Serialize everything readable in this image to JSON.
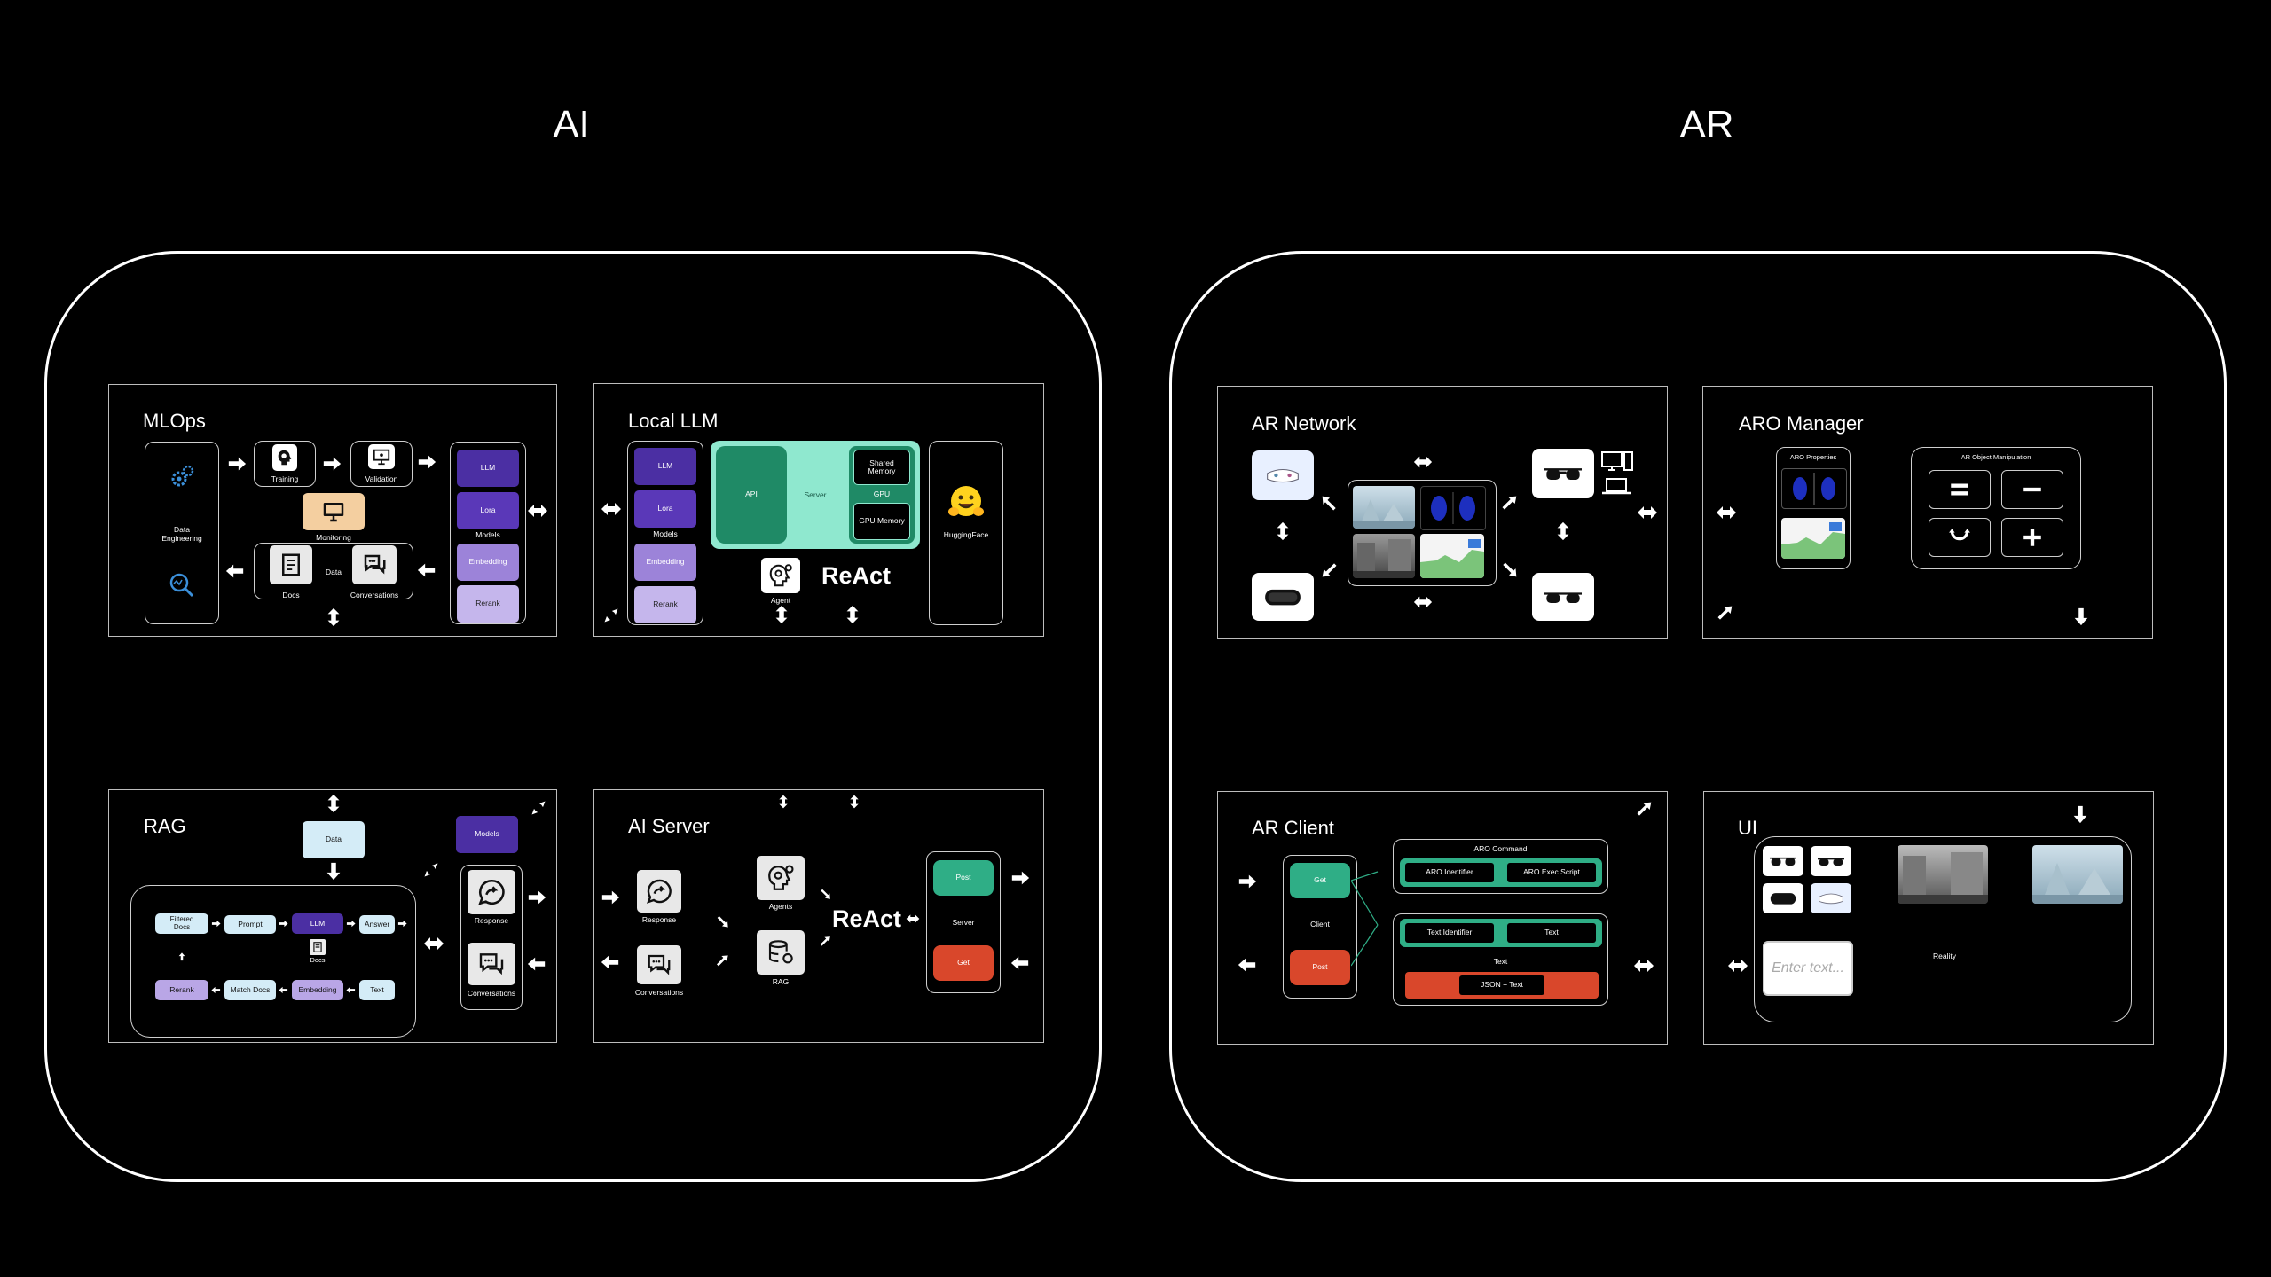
{
  "sections": {
    "ai": "AI",
    "ar": "AR"
  },
  "mlops": {
    "title": "MLOps",
    "data_engineering": "Data\nEngineering",
    "training": "Training",
    "validation": "Validation",
    "monitoring": "Monitoring",
    "data": "Data",
    "docs": "Docs",
    "conversations": "Conversations",
    "models_label": "Models",
    "models": [
      "LLM",
      "Lora",
      "Embedding",
      "Rerank"
    ]
  },
  "local_llm": {
    "title": "Local LLM",
    "models": [
      "LLM",
      "Lora",
      "Embedding",
      "Rerank"
    ],
    "models_label": "Models",
    "api": "API",
    "server": "Server",
    "shared_memory": "Shared\nMemory",
    "gpu": "GPU",
    "gpu_memory": "GPU Memory",
    "huggingface": "HuggingFace",
    "agent": "Agent",
    "react": "ReAct"
  },
  "rag": {
    "title": "RAG",
    "data": "Data",
    "filtered_docs": "Filtered\nDocs",
    "prompt": "Prompt",
    "llm": "LLM",
    "answer": "Answer",
    "docs": "Docs",
    "rerank": "Rerank",
    "match_docs": "Match Docs",
    "embedding": "Embedding",
    "text": "Text",
    "models": "Models",
    "response": "Response",
    "conversations": "Conversations"
  },
  "ai_server": {
    "title": "AI Server",
    "response": "Response",
    "conversations": "Conversations",
    "agents": "Agents",
    "rag": "RAG",
    "react": "ReAct",
    "post": "Post",
    "server": "Server",
    "get": "Get"
  },
  "ar_network": {
    "title": "AR Network"
  },
  "aro_manager": {
    "title": "ARO Manager",
    "properties": "ARO Properties",
    "manipulation": "AR Object Manipulation"
  },
  "ar_client": {
    "title": "AR Client",
    "get": "Get",
    "client": "Client",
    "post": "Post",
    "aro_command": "ARO Command",
    "aro_identifier": "ARO Identifier",
    "aro_exec_script": "ARO Exec Script",
    "text_identifier": "Text Identifier",
    "text_value": "Text",
    "text_label": "Text",
    "json_text": "JSON + Text"
  },
  "ui": {
    "title": "UI",
    "input_placeholder": "Enter text...",
    "reality": "Reality"
  },
  "colors": {
    "purple_dark": "#4b2fa3",
    "purple_light": "#b9a6e6",
    "teal": "#2fae86",
    "teal_light": "#8fe8cf",
    "red": "#d9472b",
    "peach": "#f4cfa0"
  }
}
